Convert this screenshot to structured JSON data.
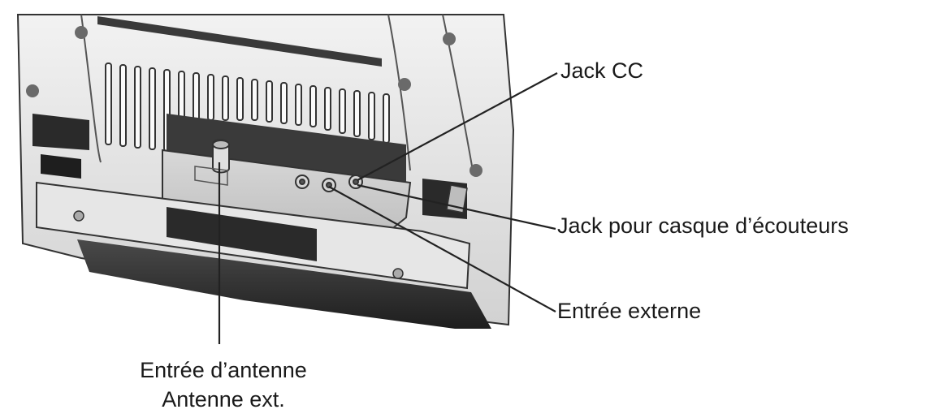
{
  "callouts": {
    "jack_cc": "Jack CC",
    "jack_casque": "Jack pour casque d’écouteurs",
    "entree_externe": "Entrée externe",
    "entree_antenne": "Entrée d’antenne",
    "antenne_ext": "Antenne ext."
  },
  "colors": {
    "line_art": "#222222",
    "housing_light": "#e6e6e6",
    "housing_mid": "#c9c9c9",
    "panel_dark": "#3a3a3a",
    "text": "#1a1a1a"
  }
}
